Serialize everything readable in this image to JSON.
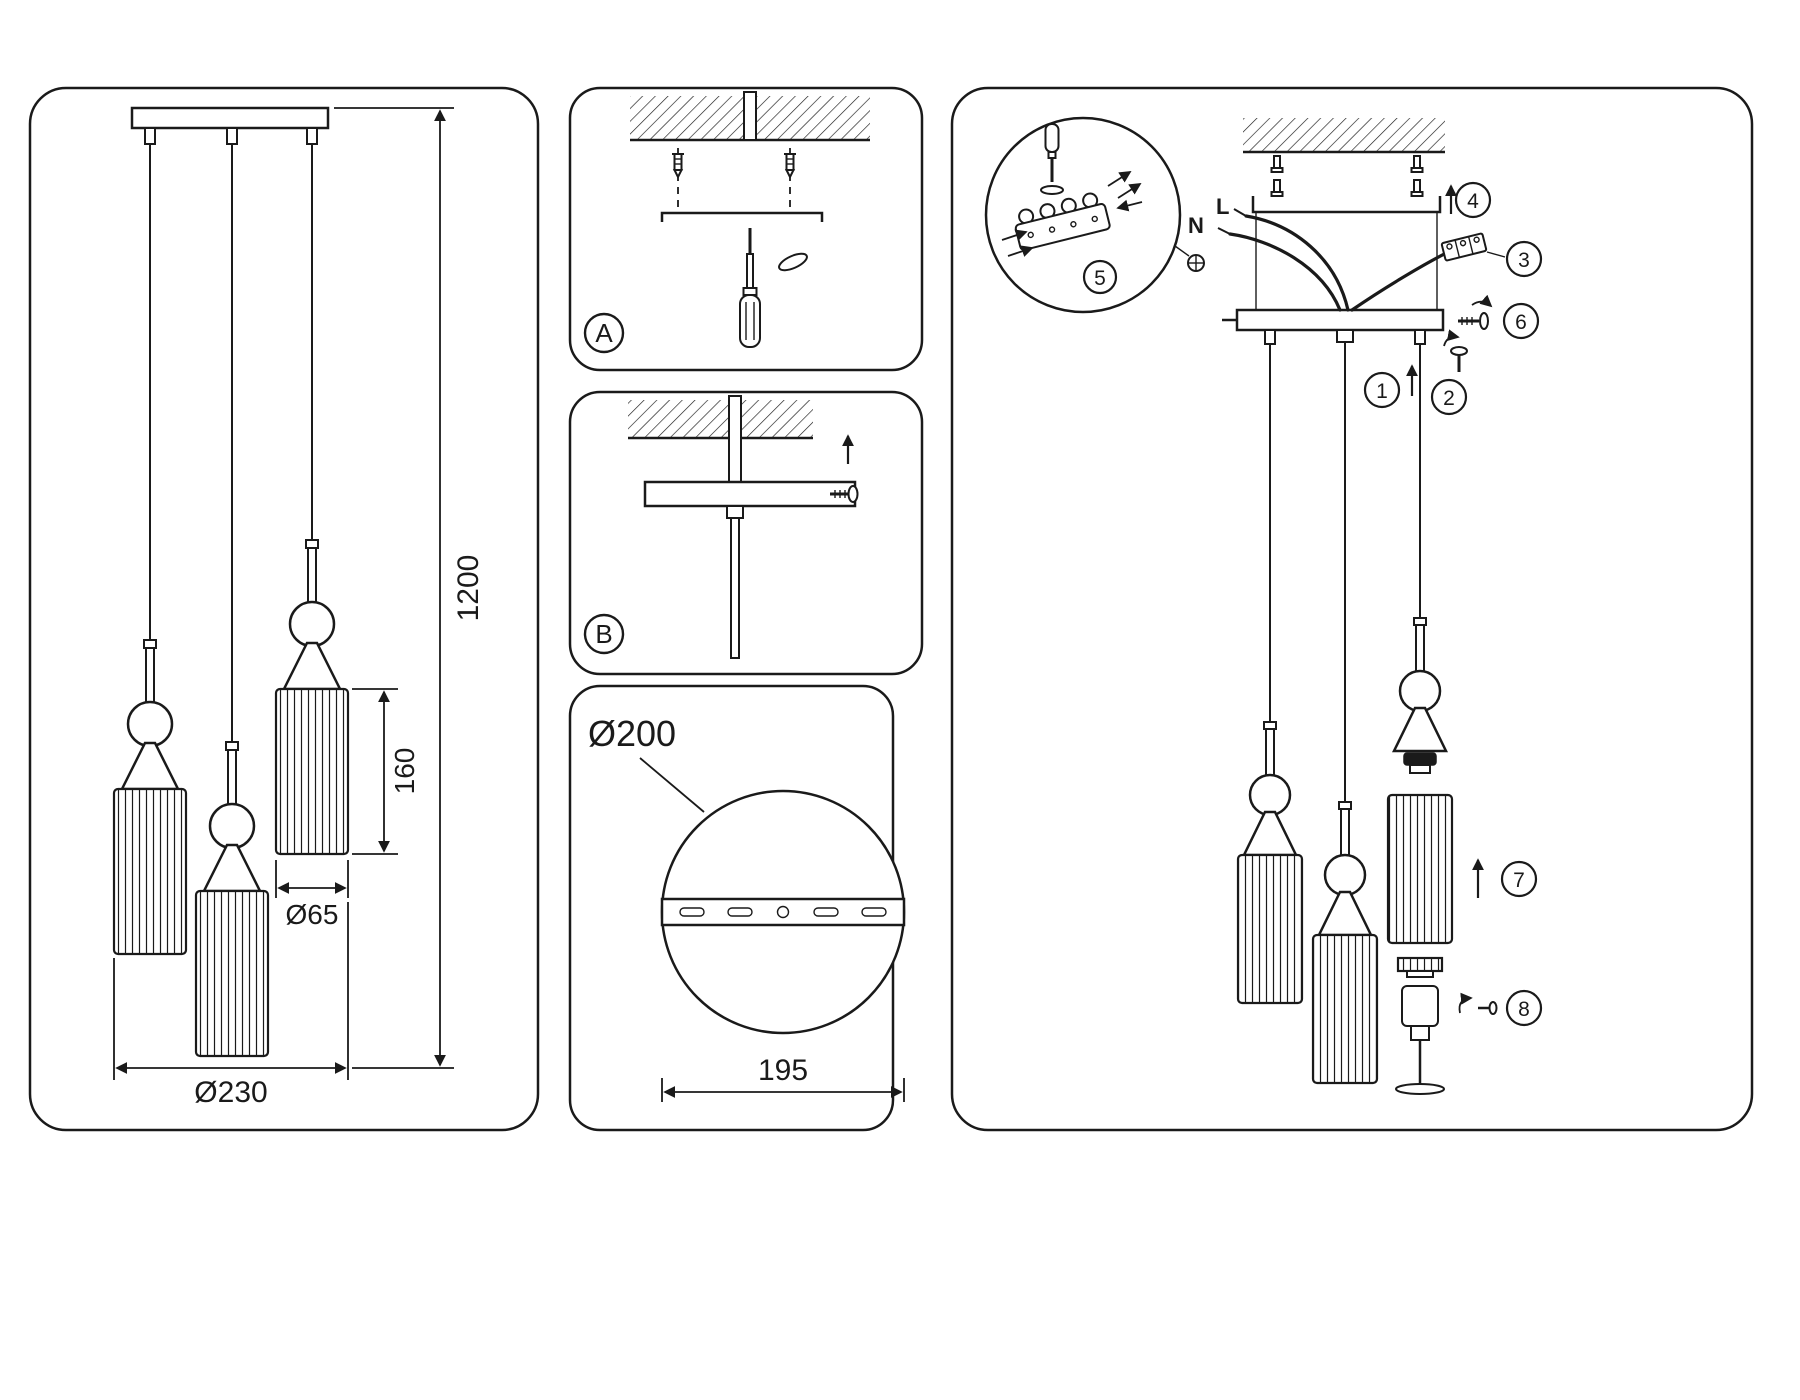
{
  "left_panel": {
    "dim_total_height": "1200",
    "dim_shade_height": "160",
    "dim_shade_diameter": "Ø65",
    "dim_layout_diameter": "Ø230"
  },
  "detail_panels": {
    "a_label": "A",
    "b_label": "B",
    "canopy_diameter": "Ø200",
    "canopy_holes_span": "195"
  },
  "assembly": {
    "wire_neutral": "N",
    "wire_live": "L",
    "steps": [
      "1",
      "2",
      "3",
      "4",
      "5",
      "6",
      "7",
      "8"
    ]
  },
  "colors": {
    "ink": "#1a1a1a",
    "paper": "#ffffff"
  }
}
